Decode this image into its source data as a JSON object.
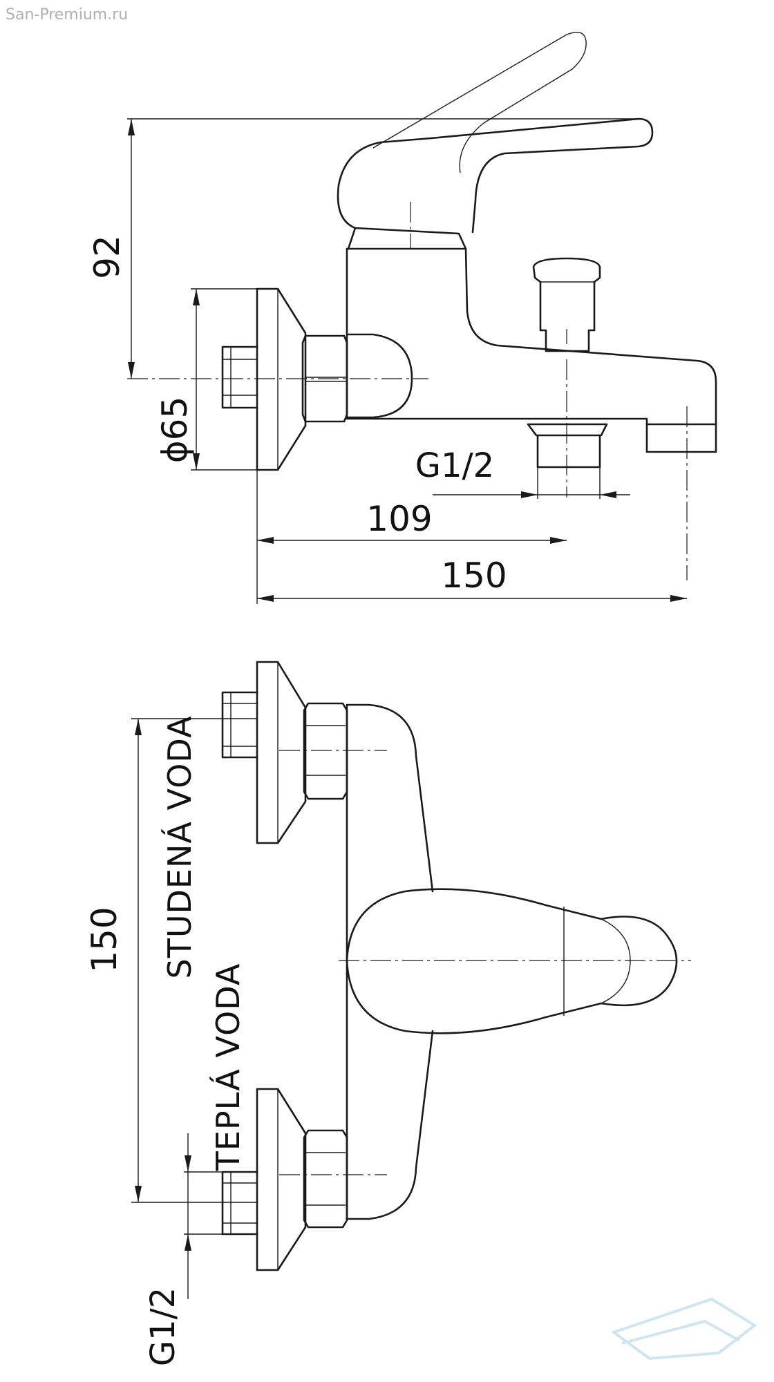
{
  "watermark": "San-Premium.ru",
  "side_view": {
    "dim_height": "92",
    "dim_diameter": "ϕ65",
    "dim_thread": "G1/2",
    "dim_outlet_distance": "109",
    "dim_total_length": "150"
  },
  "top_view": {
    "dim_spacing": "150",
    "label_cold": "STUDENÁ VODA",
    "label_hot": "TEPLÁ VODA",
    "dim_thread": "G1/2"
  },
  "colors": {
    "line": "#1a1a1a",
    "background": "#ffffff",
    "watermark": "#b0b0b0",
    "logo": "#a9d3e8"
  }
}
